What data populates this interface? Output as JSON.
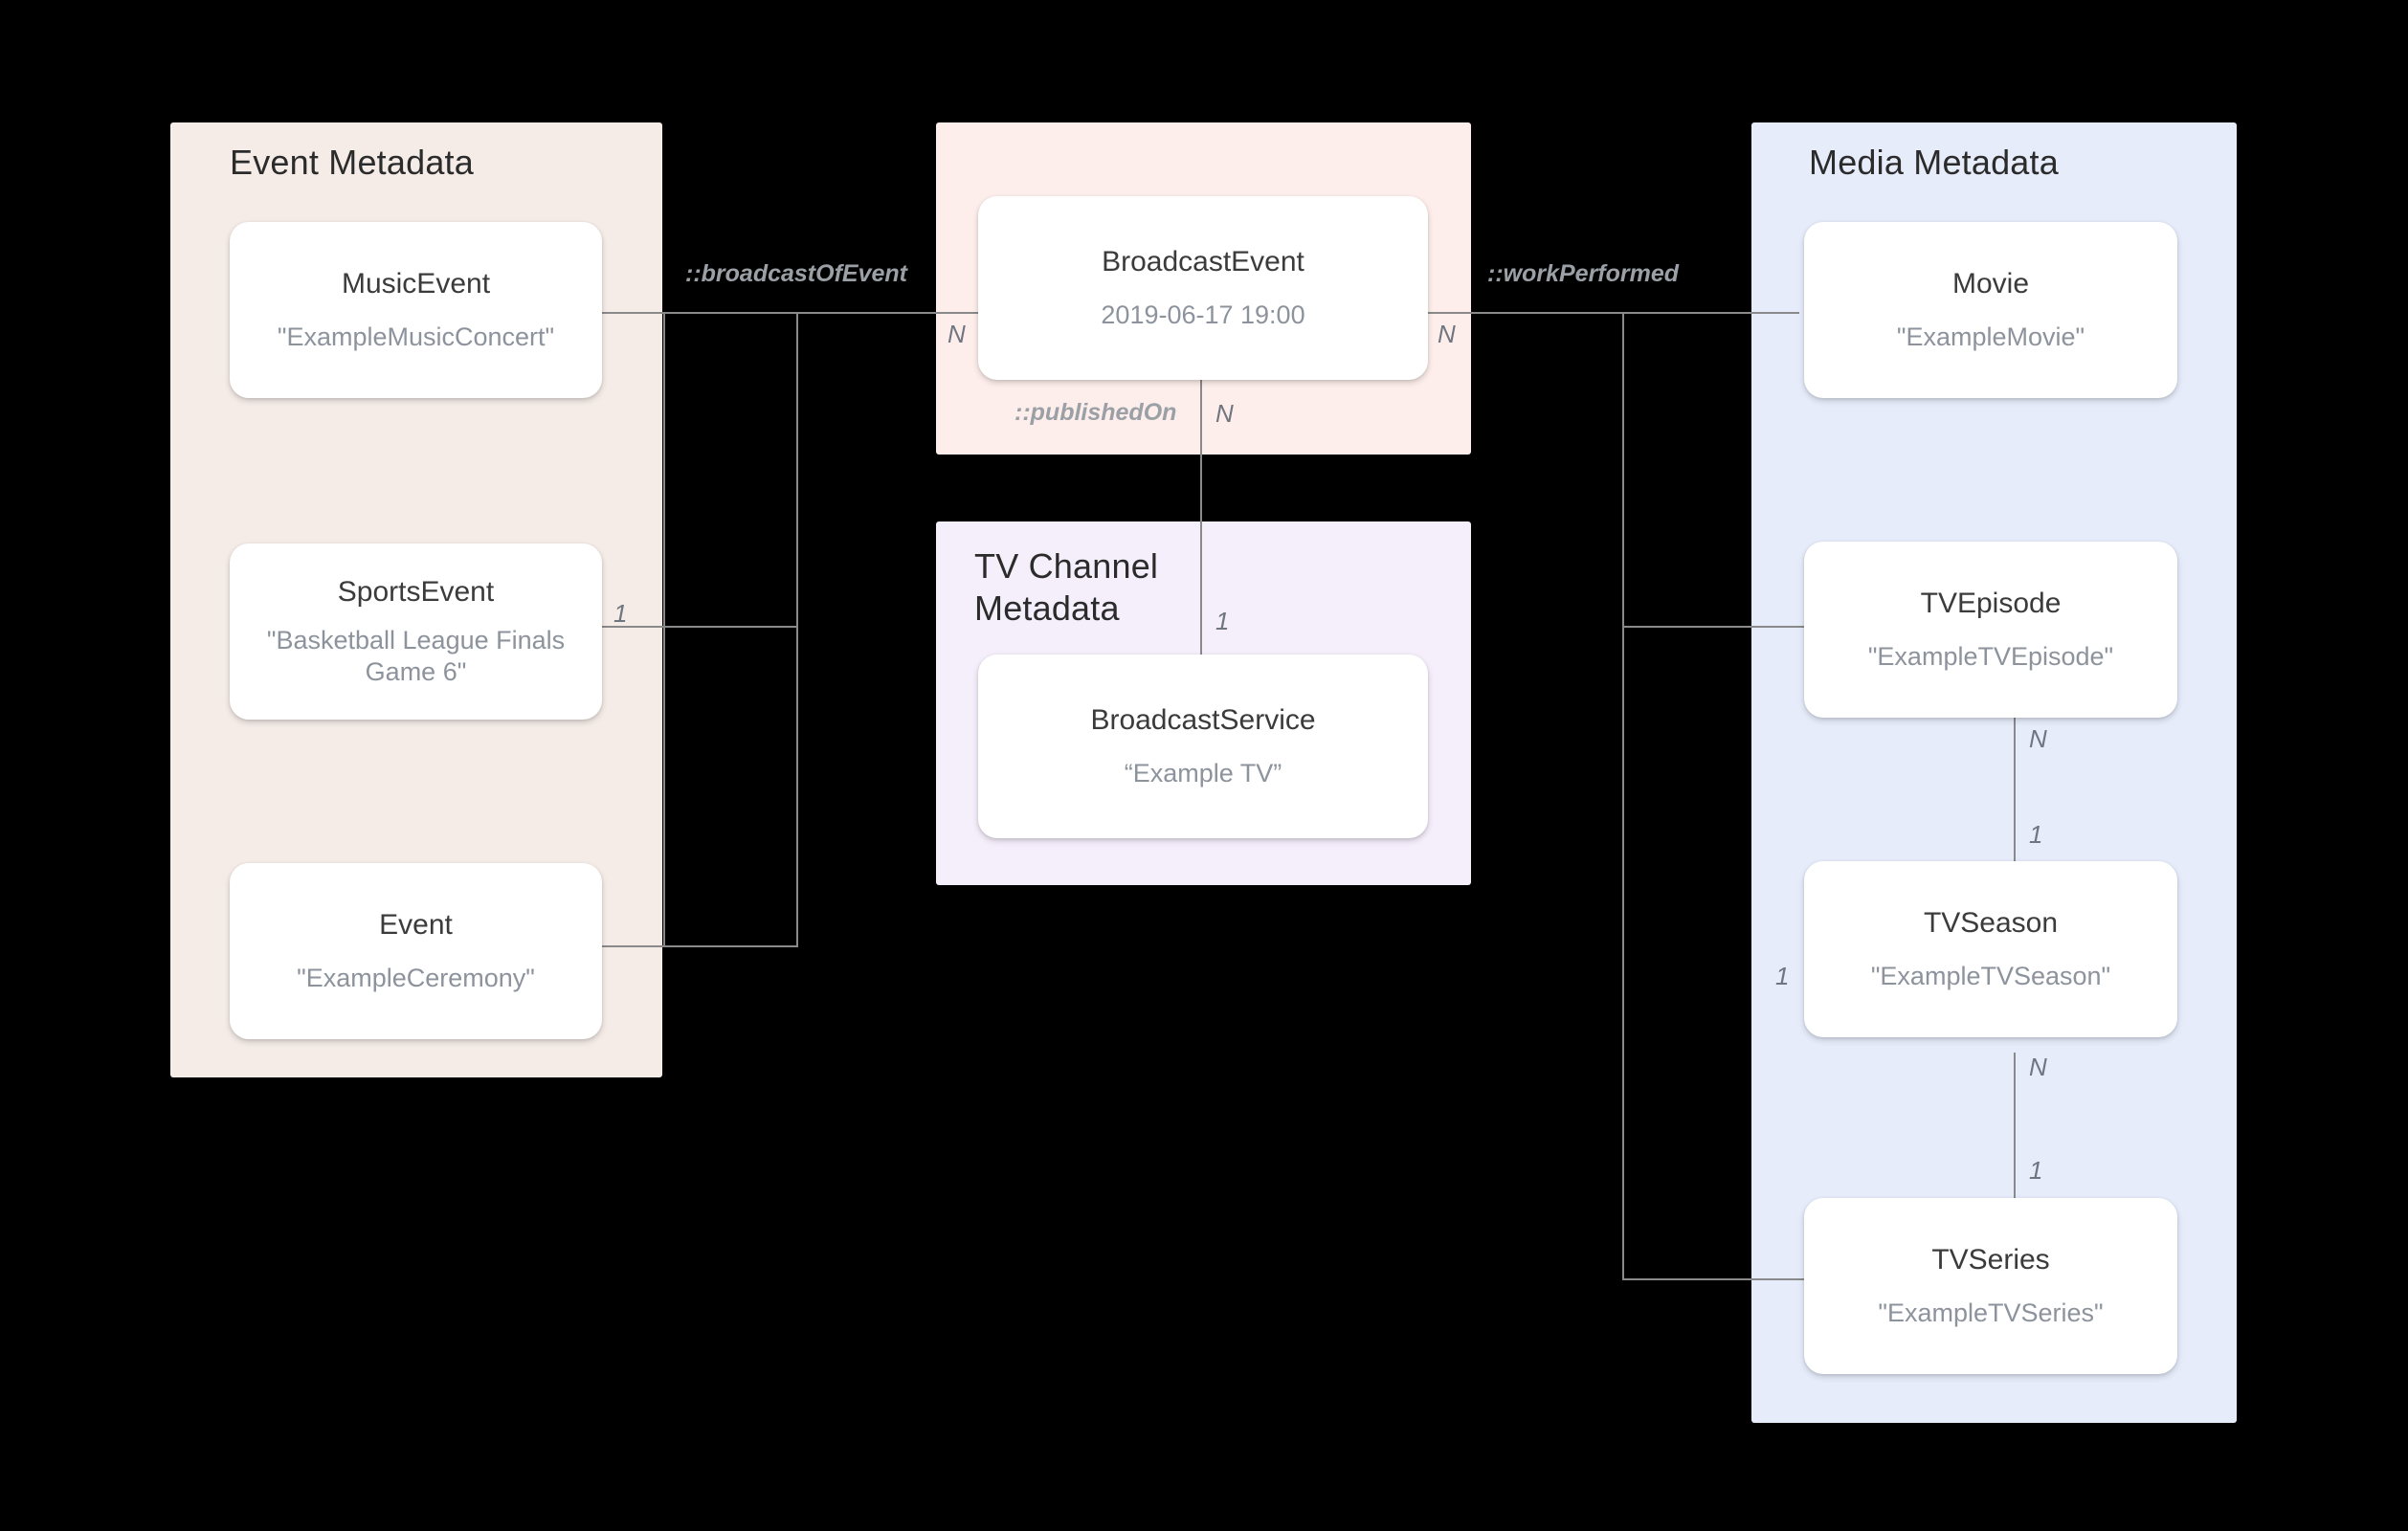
{
  "diagram": {
    "title": "Broadcast metadata entity relationship diagram",
    "background": "#000000",
    "line_color": "#8a8a8a"
  },
  "groups": [
    {
      "id": "event-metadata",
      "title": "Event Metadata",
      "color": "#f5ece8"
    },
    {
      "id": "broadcast-event",
      "title": "",
      "color": "#fdeeeb"
    },
    {
      "id": "tv-channel-metadata",
      "title": "TV Channel\nMetadata",
      "color": "#f5eefb"
    },
    {
      "id": "media-metadata",
      "title": "Media Metadata",
      "color": "#e6ecfa"
    }
  ],
  "entities": {
    "music_event": {
      "type": "MusicEvent",
      "value": "\"ExampleMusicConcert\""
    },
    "sports_event": {
      "type": "SportsEvent",
      "value": "\"Basketball League Finals Game 6\""
    },
    "event": {
      "type": "Event",
      "value": "\"ExampleCeremony\""
    },
    "broadcast_event": {
      "type": "BroadcastEvent",
      "value": "2019-06-17 19:00"
    },
    "broadcast_service": {
      "type": "BroadcastService",
      "value": "“Example TV”"
    },
    "movie": {
      "type": "Movie",
      "value": "\"ExampleMovie\""
    },
    "tv_episode": {
      "type": "TVEpisode",
      "value": "\"ExampleTVEpisode\""
    },
    "tv_season": {
      "type": "TVSeason",
      "value": "\"ExampleTVSeason\""
    },
    "tv_series": {
      "type": "TVSeries",
      "value": "\"ExampleTVSeries\""
    }
  },
  "relations": [
    {
      "id": "broadcastOfEvent",
      "label": "::broadcastOfEvent"
    },
    {
      "id": "publishedOn",
      "label": "::publishedOn"
    },
    {
      "id": "workPerformed",
      "label": "::workPerformed"
    }
  ],
  "cardinalities": {
    "sports_event_right": "1",
    "broadcast_event_left": "N",
    "broadcast_event_bottom": "N",
    "broadcast_event_right": "N",
    "broadcast_service_top": "1",
    "tv_episode_bottom": "N",
    "tv_season_top": "1",
    "tv_season_left": "1",
    "tv_season_bottom": "N",
    "tv_series_top": "1"
  }
}
